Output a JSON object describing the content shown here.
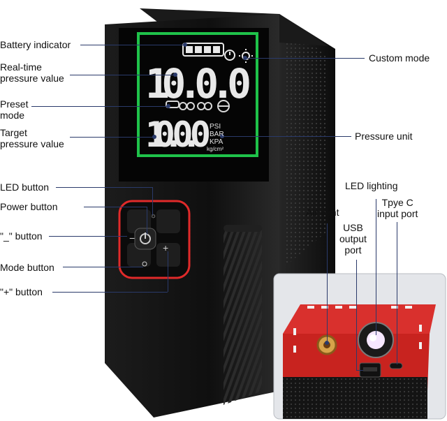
{
  "labels": {
    "battery_indicator": "Battery indicator",
    "realtime_pressure": "Real-time\npressure value",
    "preset_mode": "Preset\nmode",
    "target_pressure": "Target\npressure value",
    "custom_mode": "Custom mode",
    "pressure_unit": "Pressure unit",
    "led_button": "LED button",
    "power_button": "Power button",
    "minus_button": "\"_\" button",
    "mode_button": "Mode button",
    "plus_button": "\"+\" button",
    "led_lighting": "LED lighting",
    "air_vent": "Air vent",
    "usb_output_port": "USB\noutput\nport",
    "type_c_port": "Tpye C\ninput port"
  },
  "display": {
    "realtime_digits": "10.0.0",
    "target_digits": "10.0.0",
    "units": [
      "PSI",
      "BAR",
      "KPA",
      "kg/cm²"
    ]
  },
  "colors": {
    "display_border": "#1fc24a",
    "accent_red": "#e02a2a",
    "body_dark": "#151515",
    "leader": "#2a3a6a"
  }
}
